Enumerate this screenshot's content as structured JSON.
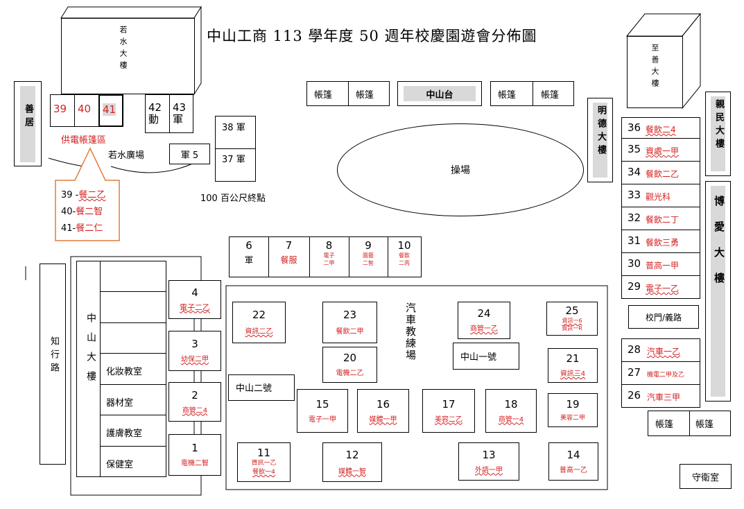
{
  "title": "中山工商 113 學年度 50 週年校慶園遊會分佈圖",
  "buildings": {
    "ruoshui": "若水大樓",
    "zhishan": "至善大樓",
    "shanju": "善居",
    "mingde": "明德大樓",
    "qinmin": "親民大樓",
    "boai": "博愛大樓",
    "zhongshan": "中山大樓",
    "zhixinglu": "知行路",
    "zhongshantai": "中山台"
  },
  "labels": {
    "tent": "帳篷",
    "power_tent_area": "供電帳篷區",
    "ruoshui_square": "若水廣場",
    "finish_100m": "100 百公尺終點",
    "playground": "操場",
    "driving_range": "汽車教練場",
    "zhongshan_1": "中山一號",
    "zhongshan_2": "中山二號",
    "school_gate": "校門/義路",
    "guard_room": "守衛室",
    "army5": "軍 5",
    "makeup_room": "化妝教室",
    "equipment_room": "器材室",
    "skincare_room": "護膚教室",
    "health_room": "保健室"
  },
  "callout": [
    {
      "n": "39 -",
      "t": "餐二乙"
    },
    {
      "n": "40-",
      "t": "餐二智"
    },
    {
      "n": "41-",
      "t": "餐二仁"
    }
  ],
  "booths": {
    "b39": {
      "n": "39"
    },
    "b40": {
      "n": "40"
    },
    "b41": {
      "n": "41"
    },
    "b42": {
      "n": "42",
      "t": "動"
    },
    "b43": {
      "n": "43",
      "t": "軍"
    },
    "b38": {
      "n": "38",
      "t": "軍"
    },
    "b37": {
      "n": "37",
      "t": "軍"
    },
    "b36": {
      "n": "36",
      "t": "餐飲二4"
    },
    "b35": {
      "n": "35",
      "t": "資處一甲"
    },
    "b34": {
      "n": "34",
      "t": "餐飲二乙"
    },
    "b33": {
      "n": "33",
      "t": "觀光科"
    },
    "b32": {
      "n": "32",
      "t": "餐飲二丁"
    },
    "b31": {
      "n": "31",
      "t": "餐飲三勇"
    },
    "b30": {
      "n": "30",
      "t": "普高一甲"
    },
    "b29": {
      "n": "29",
      "t": "電子一乙"
    },
    "b28": {
      "n": "28",
      "t": "汽車一乙"
    },
    "b27": {
      "n": "27",
      "t": "機電二甲及乙"
    },
    "b26": {
      "n": "26",
      "t": "汽車三甲"
    },
    "b6": {
      "n": "6",
      "t": "軍"
    },
    "b7": {
      "n": "7",
      "t": "餐服"
    },
    "b8": {
      "n": "8",
      "t1": "電子",
      "t2": "二甲"
    },
    "b9": {
      "n": "9",
      "t1": "園藝",
      "t2": "二智"
    },
    "b10": {
      "n": "10",
      "t1": "餐飲",
      "t2": "二丙"
    },
    "b4": {
      "n": "4",
      "t": "電子二乙"
    },
    "b3": {
      "n": "3",
      "t": "幼保二甲"
    },
    "b2": {
      "n": "2",
      "t": "商管二4"
    },
    "b1": {
      "n": "1",
      "t": "電機二智"
    },
    "b22": {
      "n": "22",
      "t": "資訊二乙"
    },
    "b23": {
      "n": "23",
      "t": "餐飲二甲"
    },
    "b24": {
      "n": "24",
      "t": "商管一乙"
    },
    "b25": {
      "n": "25",
      "t1": "資訊一6",
      "t2": "資訊一R"
    },
    "b20": {
      "n": "20",
      "t": "電機二乙"
    },
    "b21": {
      "n": "21",
      "t": "資訊三4"
    },
    "b15": {
      "n": "15",
      "t": "電子一甲"
    },
    "b16": {
      "n": "16",
      "t": "媒體一甲"
    },
    "b17": {
      "n": "17",
      "t": "美容二乙"
    },
    "b18": {
      "n": "18",
      "t": "商管一4"
    },
    "b19": {
      "n": "19",
      "t": "美容二甲"
    },
    "b11": {
      "n": "11",
      "t1": "資訊一乙",
      "t2": "餐飲一4"
    },
    "b12": {
      "n": "12",
      "t": "媒體一智"
    },
    "b13": {
      "n": "13",
      "t": "外語一甲"
    },
    "b14": {
      "n": "14",
      "t": "普高一乙"
    }
  },
  "colors": {
    "booth_text": "#d42020",
    "callout_border": "#e07b39",
    "label_grey": "#d9d9d9"
  }
}
